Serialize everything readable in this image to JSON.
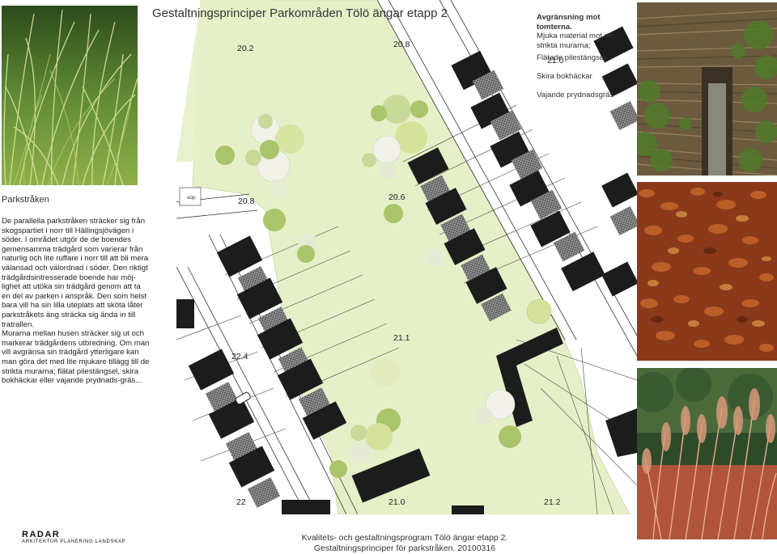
{
  "title": "Gestaltningsprinciper Parkområden Tölö ängar etapp 2",
  "section_heading": "Parkstråken",
  "body_paragraphs": [
    "De parallella parkstråken sträcker sig från skogspartiet i norr till Hällingsjövägen i söder. I området utgör de de boendes gemensamma trädgård som varierar från naturlig och lite ruffare i norr till att bli mera välansad och välordnad i söder. Den riktigt trädgårdsintresserade boende har möj-lighet att utöka sin trädgård genom att ta en del av parken i anspråk. Den som helst bara vill ha sin lilla uteplats att sköta låter parkstråkets äng sträcka sig ända in till tratrallen.",
    "Murarna mellan husen sträcker sig ut och markerar trädgårdens utbredning. Om man vill avgränsa sin trädgård ytterligare kan man göra det med lite mjukare tillägg till de strikta murarna; flätat pilestängsel, skira bokhäckar eller vajande prydnads-gräs..."
  ],
  "boundary": {
    "heading": "Avgränsning mot tomterna.",
    "subtitle": "Mjuka material mot de strikta murarna;",
    "items": [
      "Flätade pilestängsel",
      "Skira bokhäckar",
      "Vajande prydnadsgräs"
    ]
  },
  "elevations": [
    "20.2",
    "20.8",
    "21.0",
    "20.8",
    "20.6",
    "21.1",
    "22.4",
    "22",
    "21.0",
    "21.2"
  ],
  "plan_labels": {
    "sop": "sop"
  },
  "footer": {
    "line1": "Kvalitets- och gestaltningsprogram Tölö ängar etapp 2.",
    "line2": "Gestaltningsprinciper för parkstråken. 20100316"
  },
  "logo": {
    "name": "RADAR",
    "tagline": "ARKITEKTUR PLANERING LANDSKAP"
  },
  "colors": {
    "lawn": "#e6f0c8",
    "building": "#1c1c1c",
    "tree": "#a9c46a",
    "text": "#333333"
  }
}
